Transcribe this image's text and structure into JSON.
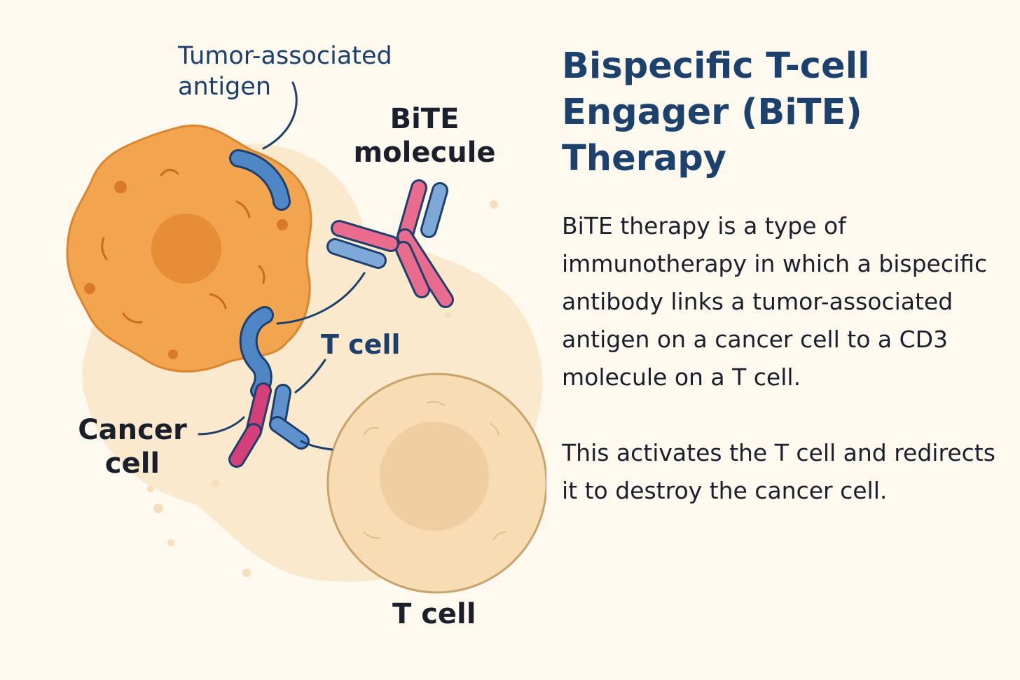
{
  "diagram": {
    "labels": {
      "antigen": "Tumor-associated antigen",
      "bite": "BiTE molecule",
      "t_cell_middle": "T cell",
      "cancer_cell": "Cancer cell",
      "t_cell_bottom": "T cell"
    },
    "colors": {
      "cancer_cell": "#f2a54e",
      "t_cell": "#f7dcb4",
      "antigen_blue": "#4f86c6",
      "antibody_pink": "#e96b8e",
      "antibody_blue": "#7da8d8",
      "leader_line": "#1d3f6c"
    }
  },
  "text_panel": {
    "title": "Bispecific T-cell Engager (BiTE) Therapy",
    "paragraph_1": "BiTE therapy is a type of immunotherapy in which a bispecific antibody links a tumor-associated antigen on a cancer cell to a CD3 molecule on a T cell.",
    "paragraph_2": "This activates the T cell and redirects it to destroy the cancer cell."
  }
}
